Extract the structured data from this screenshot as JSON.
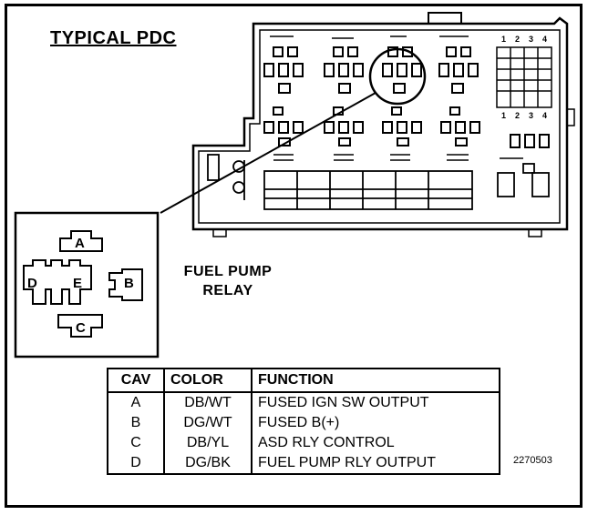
{
  "title": "TYPICAL PDC",
  "relay": {
    "line1": "FUEL PUMP",
    "line2": "RELAY",
    "cavities": [
      "A",
      "B",
      "C",
      "D",
      "E"
    ]
  },
  "table": {
    "headers": {
      "cav": "CAV",
      "color": "COLOR",
      "function": "FUNCTION"
    },
    "rows": [
      {
        "cav": "A",
        "color": "DB/WT",
        "function": "FUSED IGN SW OUTPUT"
      },
      {
        "cav": "B",
        "color": "DG/WT",
        "function": "FUSED B(+)"
      },
      {
        "cav": "C",
        "color": "DB/YL",
        "function": "ASD RLY CONTROL"
      },
      {
        "cav": "D",
        "color": "DG/BK",
        "function": "FUEL PUMP RLY OUTPUT"
      }
    ]
  },
  "figure_number": "2270503",
  "pdc_fuse_labels": [
    "1",
    "2",
    "3",
    "4"
  ]
}
